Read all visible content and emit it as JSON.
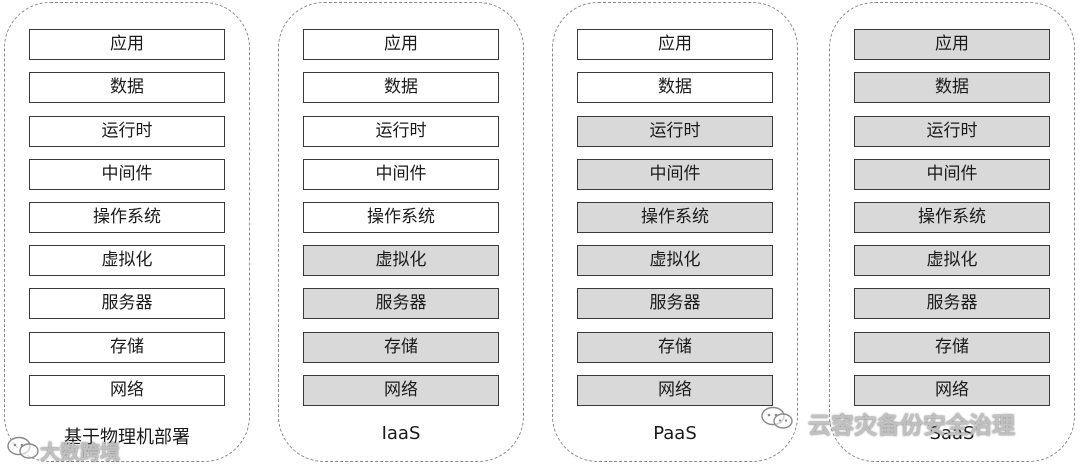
{
  "columns": [
    {
      "label": "基于物理机部署",
      "layers": [
        "应用",
        "数据",
        "运行时",
        "中间件",
        "操作系统",
        "虚拟化",
        "服务器",
        "存储",
        "网络"
      ],
      "managed": [
        false,
        false,
        false,
        false,
        false,
        false,
        false,
        false,
        false
      ]
    },
    {
      "label": "IaaS",
      "layers": [
        "应用",
        "数据",
        "运行时",
        "中间件",
        "操作系统",
        "虚拟化",
        "服务器",
        "存储",
        "网络"
      ],
      "managed": [
        false,
        false,
        false,
        false,
        false,
        true,
        true,
        true,
        true
      ]
    },
    {
      "label": "PaaS",
      "layers": [
        "应用",
        "数据",
        "运行时",
        "中间件",
        "操作系统",
        "虚拟化",
        "服务器",
        "存储",
        "网络"
      ],
      "managed": [
        false,
        false,
        true,
        true,
        true,
        true,
        true,
        true,
        true
      ]
    },
    {
      "label": "SaaS",
      "layers": [
        "应用",
        "数据",
        "运行时",
        "中间件",
        "操作系统",
        "虚拟化",
        "服务器",
        "存储",
        "网络"
      ],
      "managed": [
        true,
        true,
        true,
        true,
        true,
        true,
        true,
        true,
        true
      ]
    }
  ],
  "watermarks": {
    "right": "云容灾备份安全治理",
    "left": "大数跨境"
  },
  "colors": {
    "managed_fill": "#d9d9d9",
    "unmanaged_fill": "#ffffff",
    "border": "#3a3a3a",
    "column_outline": "#8a8a8a"
  }
}
